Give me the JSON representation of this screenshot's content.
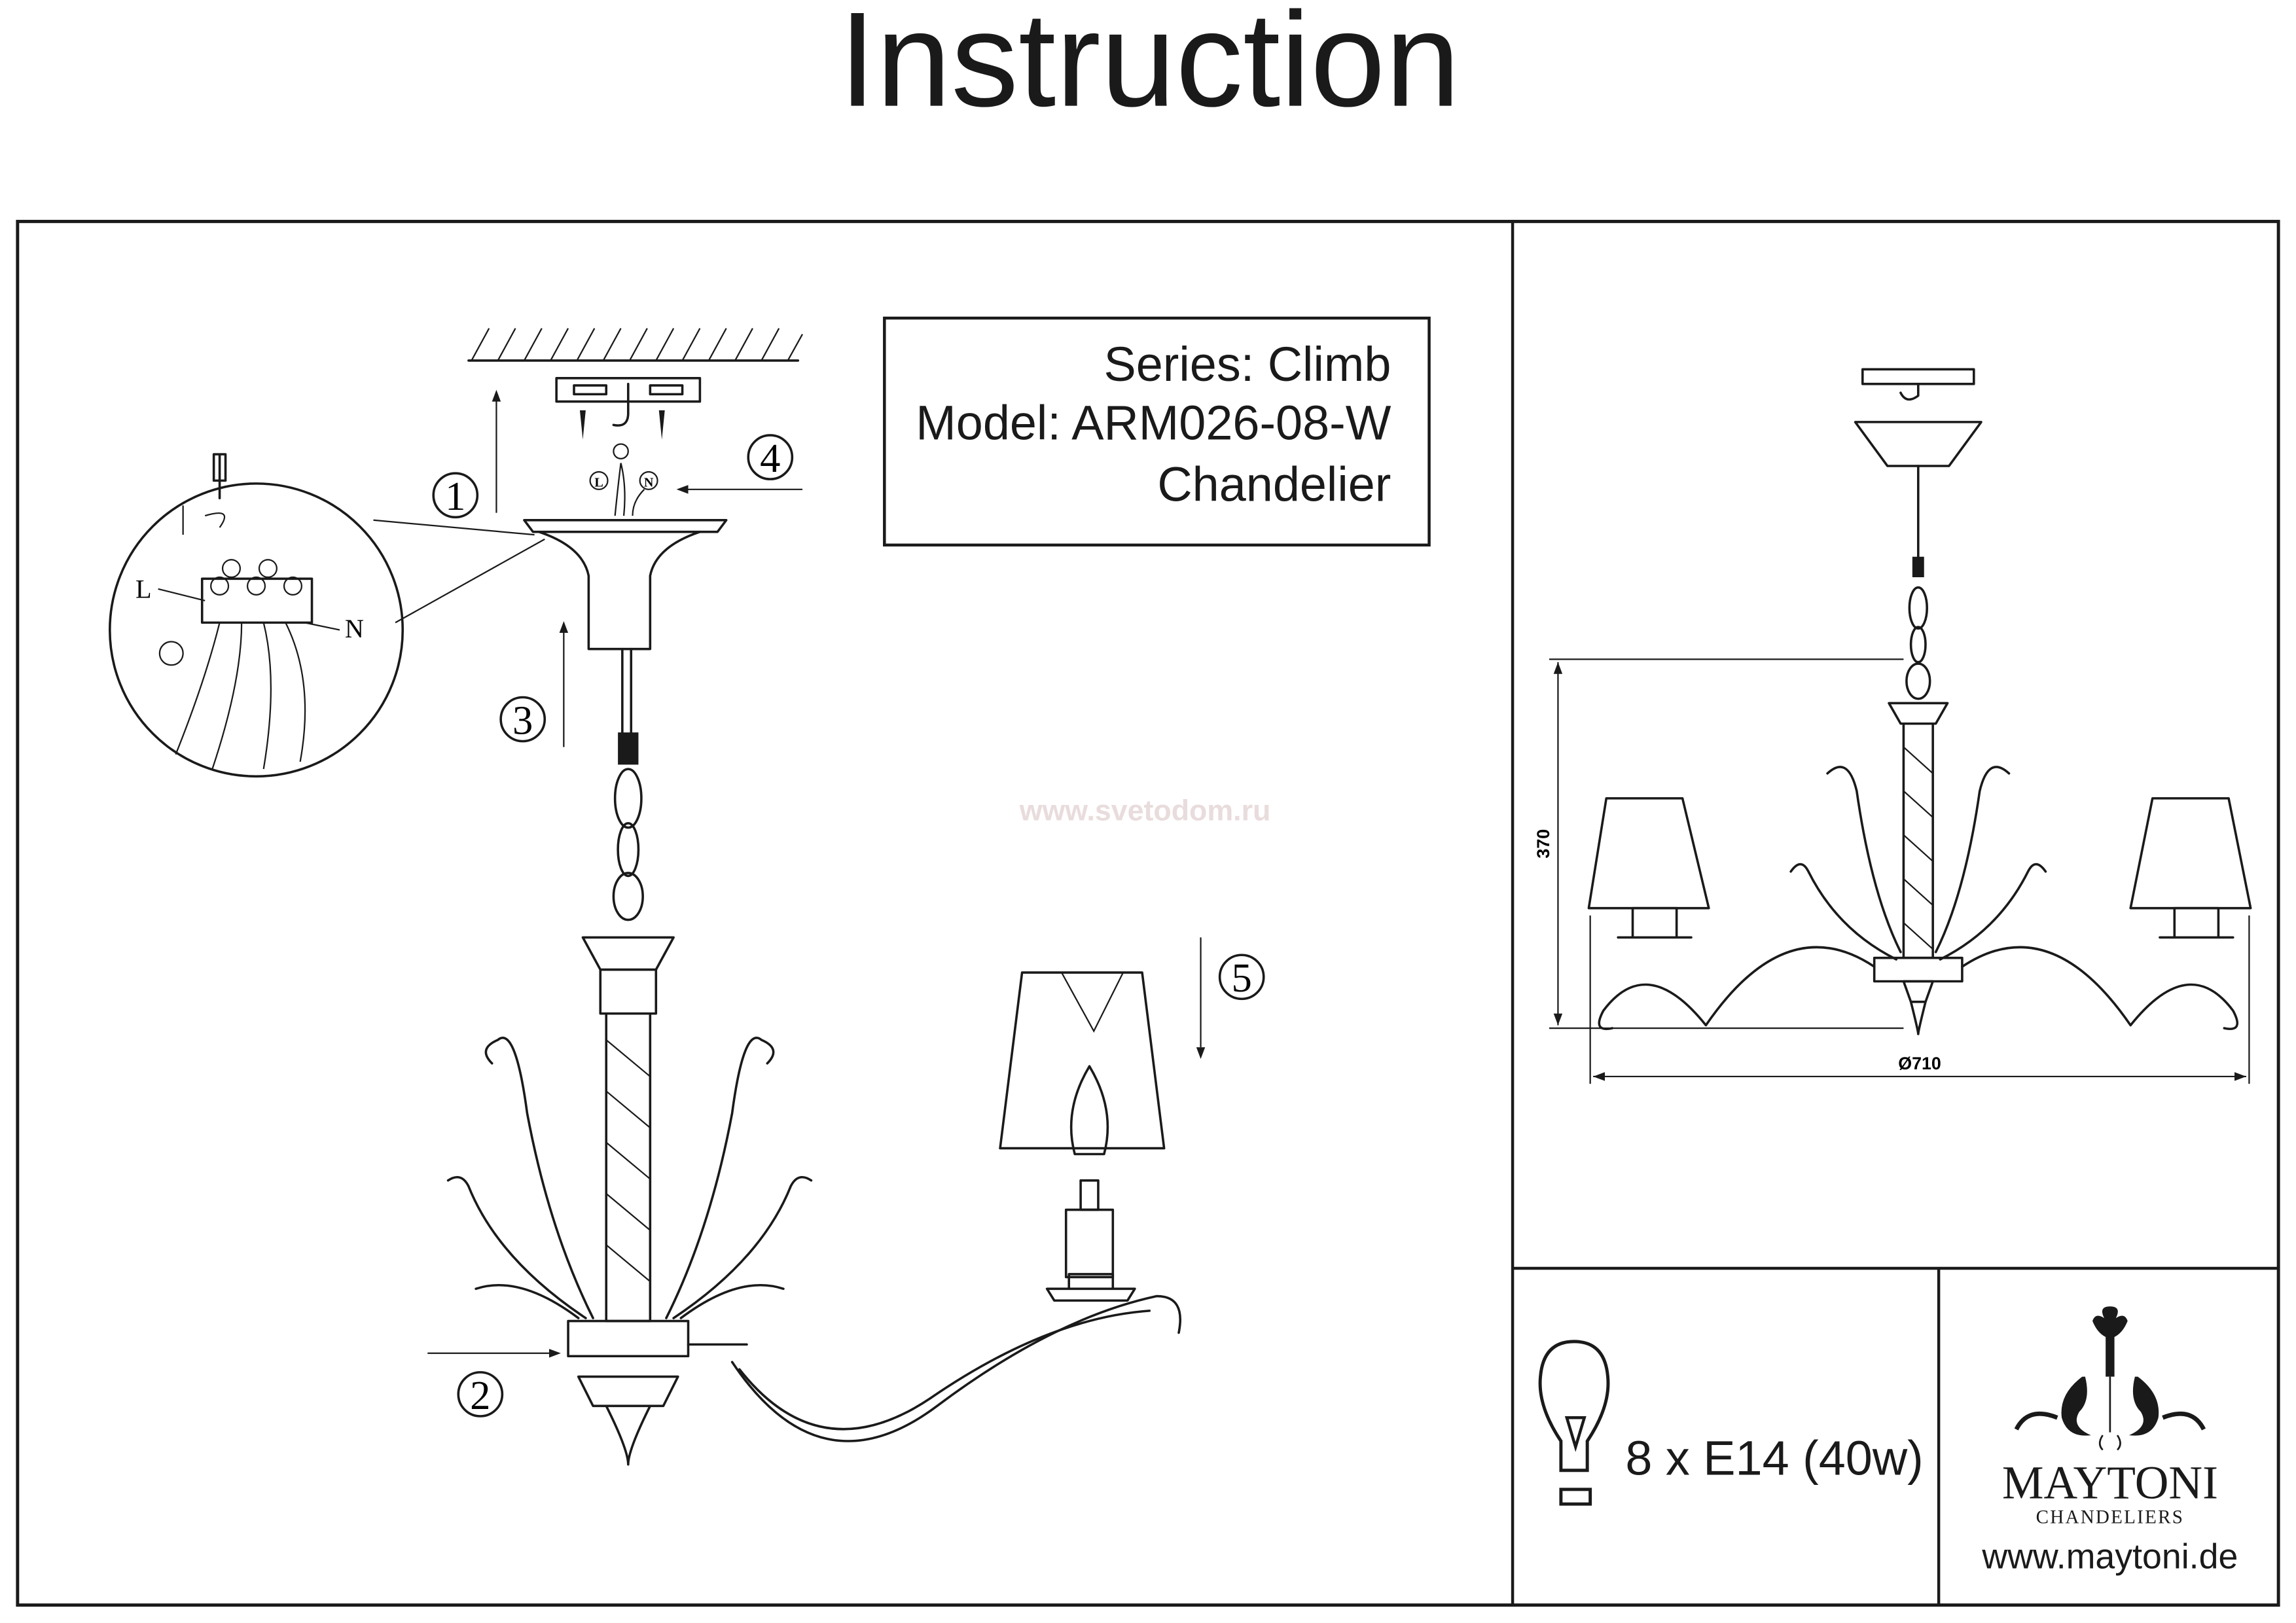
{
  "title": "Instruction",
  "info_box": {
    "series": "Series: Climb",
    "model": "Model: ARM026-08-W",
    "type": "Chandelier"
  },
  "watermark": "www.svetodom.ru",
  "steps": [
    "1",
    "2",
    "3",
    "4",
    "5"
  ],
  "wiring": {
    "live": "L",
    "neutral": "N"
  },
  "dimensions": {
    "height": "370",
    "diameter": "Ø710"
  },
  "bulb": {
    "spec": "8 x E14 (40w)",
    "icon": "light-bulb-icon"
  },
  "brand": {
    "name": "MAYTONI",
    "tagline": "CHANDELIERS",
    "website": "www.maytoni.de"
  }
}
